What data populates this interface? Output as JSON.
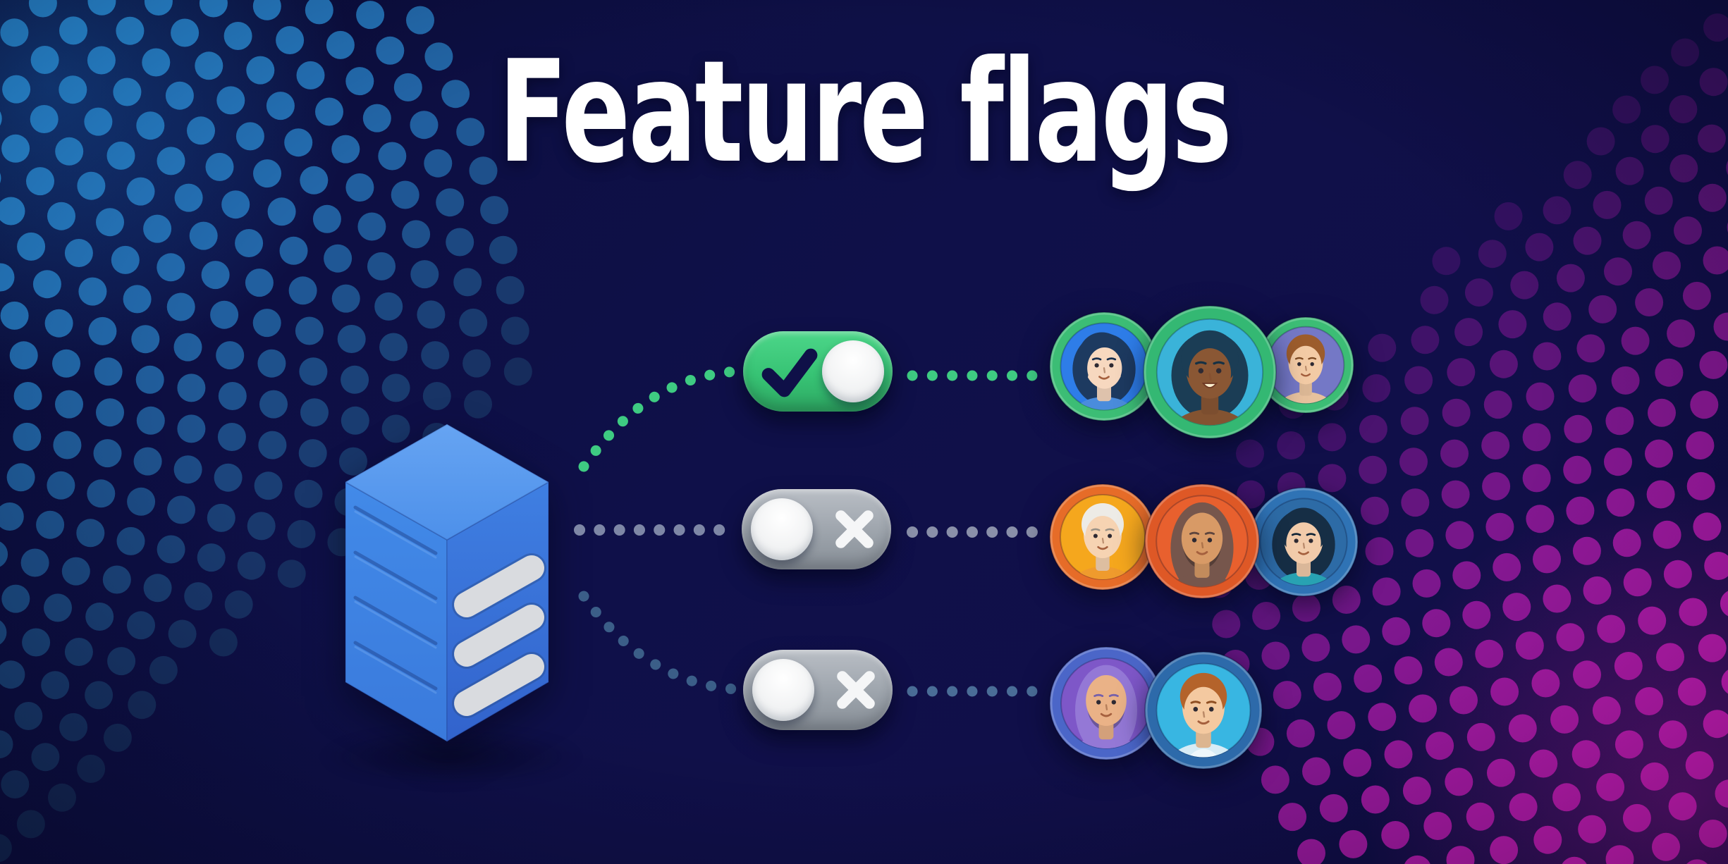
{
  "title": {
    "text": "Feature flags",
    "color": "#ffffff"
  },
  "background": {
    "base": "#0f1049",
    "left_halftone": {
      "name": "blue-dot-band",
      "bright": "#2fa1f5",
      "dark": "#14224f"
    },
    "right_halftone": {
      "name": "magenta-dot-band",
      "bright": "#ee20d2",
      "dark": "#241058"
    }
  },
  "server": {
    "icon": "server-icon",
    "face_top": "#66a4f2",
    "face_top2": "#4d90ea",
    "face_left": "#428ae8",
    "face_left2": "#3a7adc",
    "face_right": "#3f7fe2",
    "face_right2": "#3263cc",
    "groove_color": "#1c3f86",
    "slot_color": "#d9dbdf",
    "slot_edge": "#2c4f92"
  },
  "rows": [
    {
      "name": "row-enabled",
      "toggle": {
        "state": "on",
        "icon": "check",
        "track_color": "#3ac476",
        "icon_color": "#0f1048",
        "knob_color": "#f4f5f6"
      },
      "connector_left": {
        "color": "#3ecb82"
      },
      "connector_right": {
        "color": "#3ecb82"
      },
      "users": [
        {
          "label": "woman-dark-blue-hair",
          "ring": "#3cbd75",
          "bg": "#2e7de8",
          "skin": "#f7d8bf",
          "hair": "#1d3a60",
          "hair_style": "side",
          "shirt": "#4a8cdc",
          "smile": "soft"
        },
        {
          "label": "woman-dark-skin",
          "ring": "#34b873",
          "bg": "#3ab3d9",
          "skin": "#8a5734",
          "hair": "#1b3d55",
          "hair_style": "long",
          "shirt": "",
          "smile": "big"
        },
        {
          "label": "man-brown-hair",
          "ring": "#3cbd75",
          "bg": "#7478c6",
          "skin": "#f3cba5",
          "hair": "#9c5c2c",
          "hair_style": "short",
          "shirt": "",
          "smile": "soft"
        }
      ]
    },
    {
      "name": "row-disabled-1",
      "toggle": {
        "state": "off",
        "icon": "cross",
        "track_color": "#9ba2aa",
        "icon_color": "#f5f6f7",
        "knob_color": "#f4f5f6"
      },
      "connector_left": {
        "color": "#7e87a6"
      },
      "connector_right": {
        "color": "#8a90a9"
      },
      "users": [
        {
          "label": "older-man-white-hair",
          "ring": "#e66c28",
          "bg": "#f5a71d",
          "skin": "#f6d3b2",
          "hair": "#edebe6",
          "hair_style": "short",
          "shirt": "#ef9b2d",
          "smile": "soft"
        },
        {
          "label": "woman-brown-hijab",
          "ring": "#de5826",
          "bg": "#e8602e",
          "skin": "#d89a66",
          "hair": "#76564c",
          "hair_style": "hijab",
          "shirt": "#76564c",
          "smile": "soft"
        },
        {
          "label": "woman-dark-hair-teal",
          "ring": "#2f73b5",
          "bg": "#2d6ba6",
          "skin": "#f2cbaa",
          "hair": "#162e45",
          "hair_style": "long",
          "shirt": "#28a2b2",
          "smile": "soft"
        }
      ]
    },
    {
      "name": "row-disabled-2",
      "toggle": {
        "state": "off",
        "icon": "cross",
        "track_color": "#9ba2aa",
        "icon_color": "#f5f6f7",
        "knob_color": "#f4f5f6"
      },
      "connector_left": {
        "color": "#3b5e88"
      },
      "connector_right": {
        "color": "#4a6d97"
      },
      "users": [
        {
          "label": "woman-purple-hijab",
          "ring": "#4b66c8",
          "bg": "#7e57c8",
          "skin": "#eab287",
          "hair": "#9478d6",
          "hair_style": "hijab",
          "shirt": "#9478d6",
          "smile": "soft"
        },
        {
          "label": "man-auburn-hair",
          "ring": "#2d6aaa",
          "bg": "#38b6e2",
          "skin": "#f4c9a0",
          "hair": "#b4632b",
          "hair_style": "short",
          "shirt": "#d7ecf6",
          "smile": "soft"
        }
      ]
    }
  ]
}
